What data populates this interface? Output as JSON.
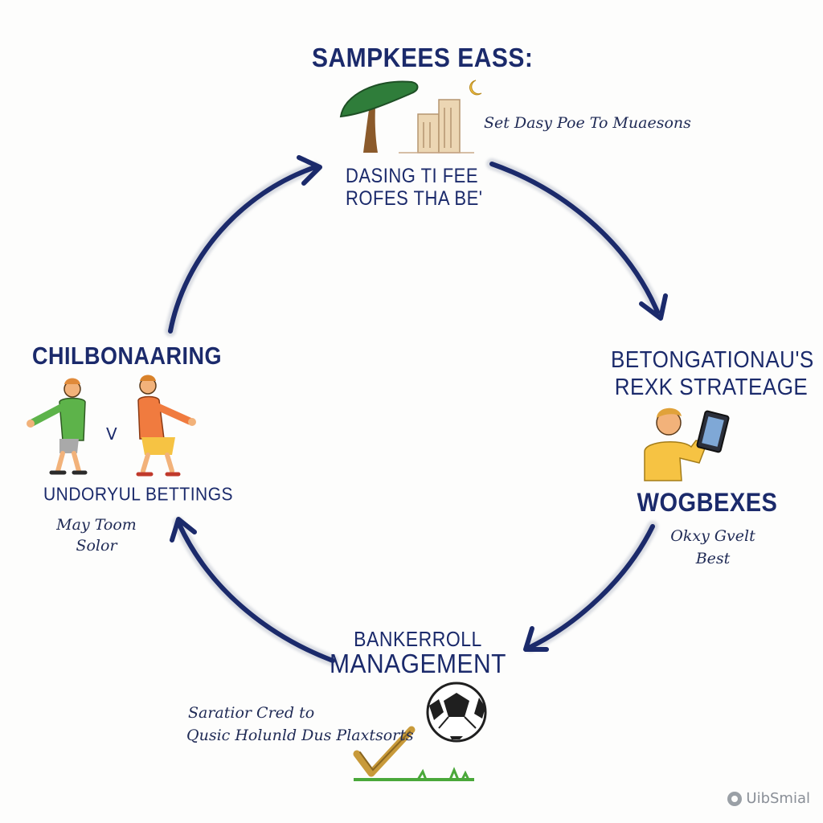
{
  "title": "SAMPKEES EASS:",
  "top": {
    "caption": "Set Dasy Poe To Muaesons",
    "label_line1": "DASING TI FEE",
    "label_line2": "ROFES THA BE'"
  },
  "left": {
    "heading": "CHILBONAARING",
    "versus": "V",
    "subheading": "UNDORYUL BETTINGS",
    "note_line1": "May Toom",
    "note_line2": "Solor"
  },
  "right": {
    "heading_line1": "BETONGATIONAU'S",
    "heading_line2": "REXK STRATEAGE",
    "subheading": "WOGBEXES",
    "note_line1": "Okxy Gvelt",
    "note_line2": "Best"
  },
  "bottom": {
    "heading_line1": "BANKERROLL",
    "heading_line2": "MANAGEMENT",
    "note_line1": "Saratior Cred to",
    "note_line2": "Qusic Holunld Dus Plaxtsorts"
  },
  "watermark": "UibSmial",
  "colors": {
    "arrow": "#1b2a6b",
    "text": "#1b2a6b",
    "tree_canopy": "#2f7d3a",
    "tree_trunk": "#8b5a2b",
    "building": "#ecd6b3",
    "shirt_green": "#5db34a",
    "shirt_orange": "#f07b3f",
    "shirt_yellow": "#f6c343"
  },
  "icons": [
    "tree-icon",
    "building-icon",
    "moon-icon",
    "player-left-icon",
    "player-right-icon",
    "person-tablet-icon",
    "soccer-ball-icon",
    "checkmark-icon"
  ]
}
